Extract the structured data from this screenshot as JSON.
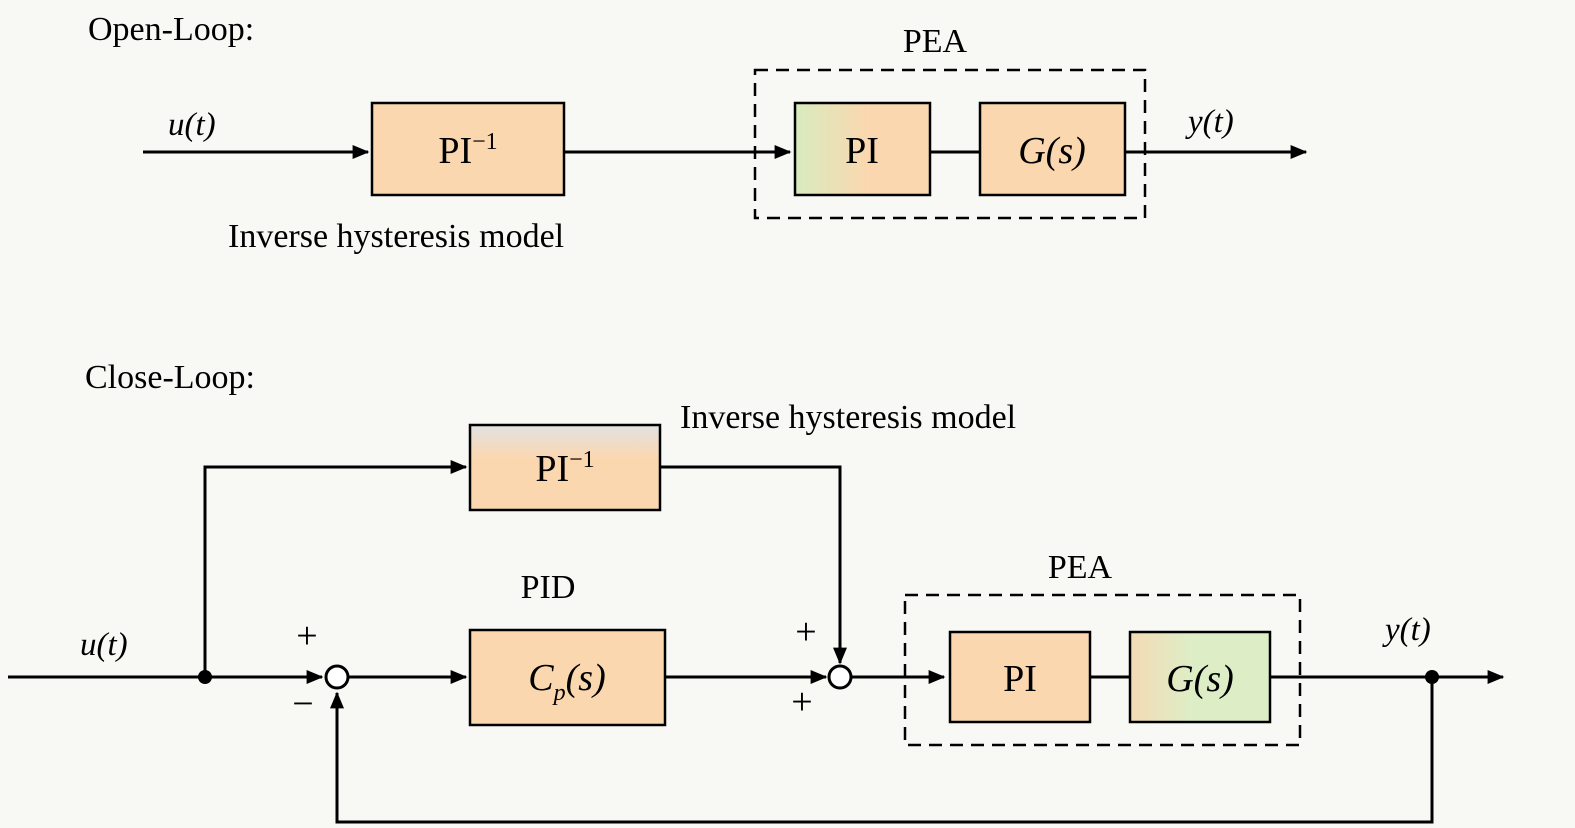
{
  "colors": {
    "background": "#f8f8f5",
    "block_peach": "#fbd7af",
    "block_green": "#ddeec6",
    "block_grey_bevel": "#e2e2e2",
    "line": "#000000",
    "pi_inv_open_text": "#5c2d91",
    "pi_inv_close_text": "#8f8fa8",
    "pi_text": "#2f6f1f",
    "g_text": "#2f6f1f",
    "controller_text": "#c23fa5",
    "label_text": "#000000"
  },
  "open_loop": {
    "section_label": "Open-Loop:",
    "input_label": "u(t)",
    "inverse_block_base": "PI",
    "inverse_block_sup": "−1",
    "inverse_caption": "Inverse hysteresis model",
    "pea_label": "PEA",
    "pi_label": "PI",
    "g_label": "G(s)",
    "output_label": "y(t)"
  },
  "close_loop": {
    "section_label": "Close-Loop:",
    "input_label": "u(t)",
    "inverse_block_base": "PI",
    "inverse_block_sup": "−1",
    "inverse_caption": "Inverse hysteresis model",
    "pid_label": "PID",
    "controller_base": "C",
    "controller_sub": "p",
    "controller_paren": "(s)",
    "sum1_plus": "+",
    "sum1_minus": "−",
    "sum2_plus_top": "+",
    "sum2_plus_bottom": "+",
    "pea_label": "PEA",
    "pi_label": "PI",
    "g_label": "G(s)",
    "output_label": "y(t)"
  }
}
